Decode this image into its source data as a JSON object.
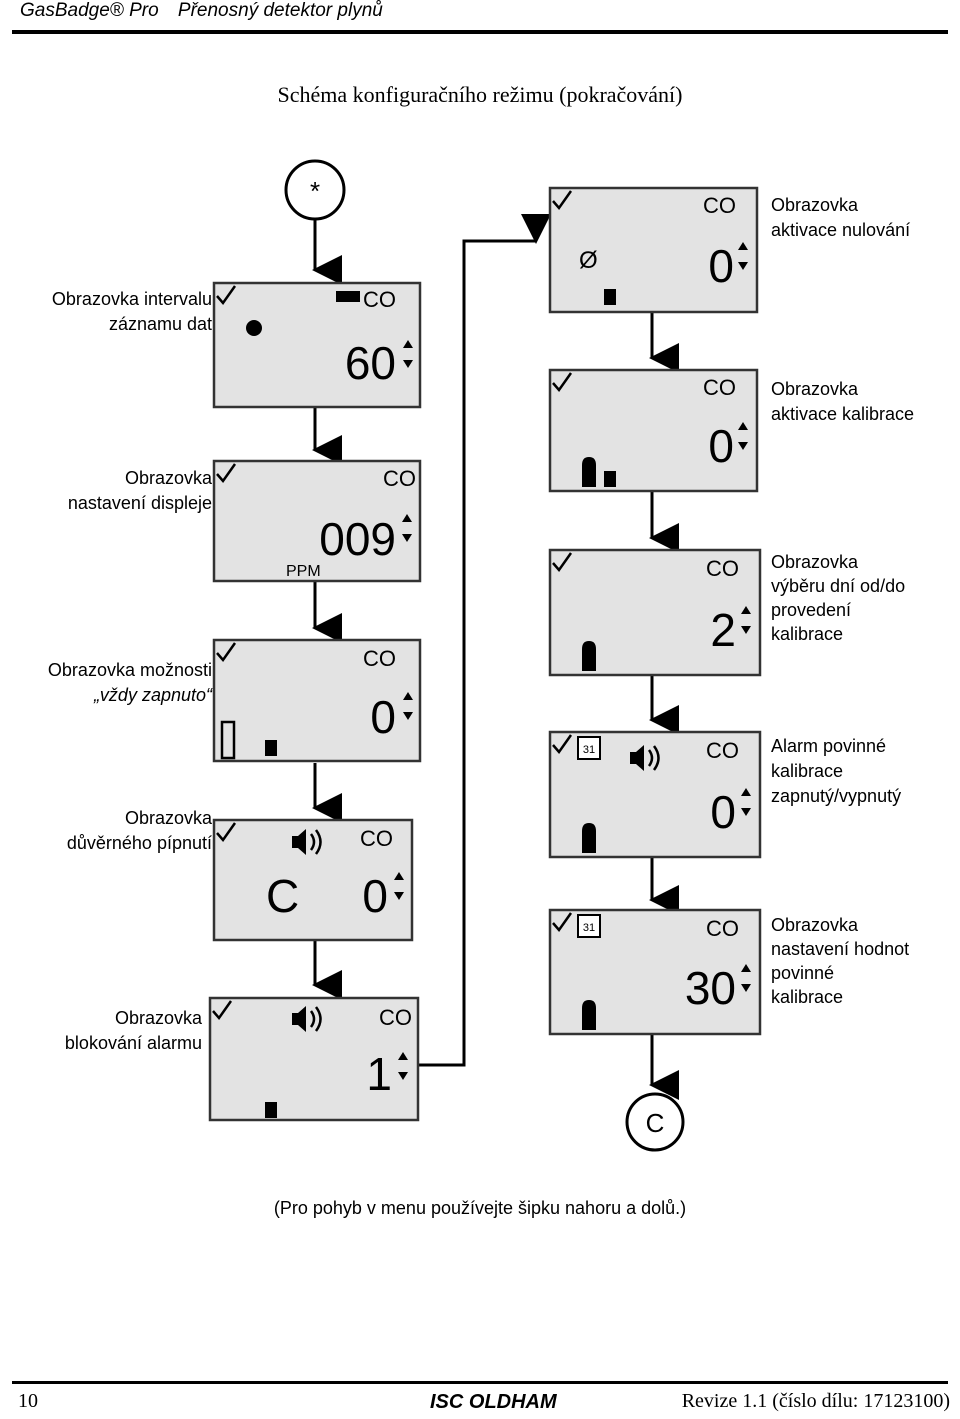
{
  "header": {
    "product": "GasBadge® Pro",
    "subtitle": "Přenosný detektor plynů"
  },
  "title": "Schéma konfiguračního režimu (pokračování)",
  "connectors": {
    "start": "*",
    "end": "C"
  },
  "left_labels": [
    {
      "line1": "Obrazovka intervalu",
      "line2": "záznamu dat"
    },
    {
      "line1": "Obrazovka",
      "line2": "nastavení displeje"
    },
    {
      "line1": "Obrazovka možnosti",
      "line2": "„vždy zapnuto“"
    },
    {
      "line1": "Obrazovka",
      "line2": "důvěrného pípnutí"
    },
    {
      "line1": "Obrazovka",
      "line2": "blokování alarmu"
    }
  ],
  "right_labels": [
    {
      "lines": [
        "Obrazovka",
        "aktivace nulování"
      ]
    },
    {
      "lines": [
        "Obrazovka",
        "aktivace kalibrace"
      ]
    },
    {
      "lines": [
        "Obrazovka",
        "výběru dní od/do",
        "provedení",
        "kalibrace"
      ]
    },
    {
      "lines": [
        "Alarm povinné",
        "kalibrace",
        "zapnutý/vypnutý"
      ]
    },
    {
      "lines": [
        "Obrazovka",
        "nastavení hodnot",
        "povinné",
        "kalibrace"
      ]
    }
  ],
  "left_screens": [
    {
      "gas": "CO",
      "value": "60",
      "extra": "clock"
    },
    {
      "gas": "CO",
      "value": "009",
      "unit": "PPM"
    },
    {
      "gas": "CO",
      "value": "0",
      "extra": "battery"
    },
    {
      "gas": "CO",
      "value": "0",
      "prefix": "C",
      "extra": "speaker"
    },
    {
      "gas": "CO",
      "value": "1",
      "extra": "speaker"
    }
  ],
  "right_screens": [
    {
      "gas": "CO",
      "value": "0",
      "extra": "zero"
    },
    {
      "gas": "CO",
      "value": "0",
      "extra": "cylinder"
    },
    {
      "gas": "CO",
      "value": "2",
      "extra": "cylinder"
    },
    {
      "gas": "CO",
      "value": "0",
      "extra": "calendar-speaker",
      "calendar": "31"
    },
    {
      "gas": "CO",
      "value": "30",
      "extra": "calendar",
      "calendar": "31"
    }
  ],
  "caption": "(Pro pohyb v menu používejte šipku nahoru a dolů.)",
  "footer": {
    "page": "10",
    "brand": "ISC OLDHAM",
    "revision": "Revize 1.1 (číslo dílu: 17123100)"
  }
}
